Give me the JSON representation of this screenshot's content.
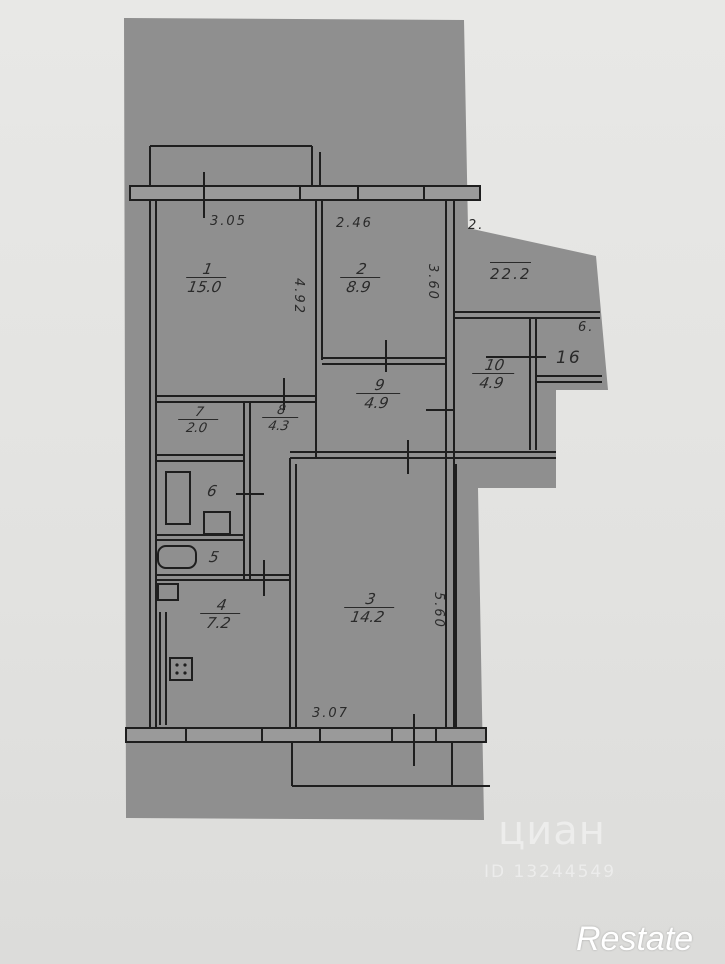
{
  "document": {
    "type": "floor-plan",
    "background_color": "#e6e6e4",
    "plan_color": "#8e8e8e",
    "line_color": "#222222"
  },
  "rooms": [
    {
      "number": "1",
      "area": "15.0"
    },
    {
      "number": "2",
      "area": "8.9"
    },
    {
      "number": "3",
      "area": "14.2"
    },
    {
      "number": "4",
      "area": "7.2"
    },
    {
      "number": "5",
      "area": ""
    },
    {
      "number": "6",
      "area": ""
    },
    {
      "number": "7",
      "area": "2.0"
    },
    {
      "number": "8",
      "area": "4.3"
    },
    {
      "number": "9",
      "area": "4.9"
    },
    {
      "number": "10",
      "area": "4.9"
    }
  ],
  "dimensions": {
    "room1_width": "3.05",
    "room1_length": "4.92",
    "room2_width": "2.46",
    "room2_length": "3.60",
    "room3_width": "3.07",
    "room3_length": "5.60",
    "total_area": "22.2",
    "balcony_label": "16",
    "partial_top_right": "2.",
    "partial_right": "6."
  },
  "watermarks": {
    "cian": "циан",
    "cian_id": "ID 13244549",
    "restate": "Restate"
  }
}
